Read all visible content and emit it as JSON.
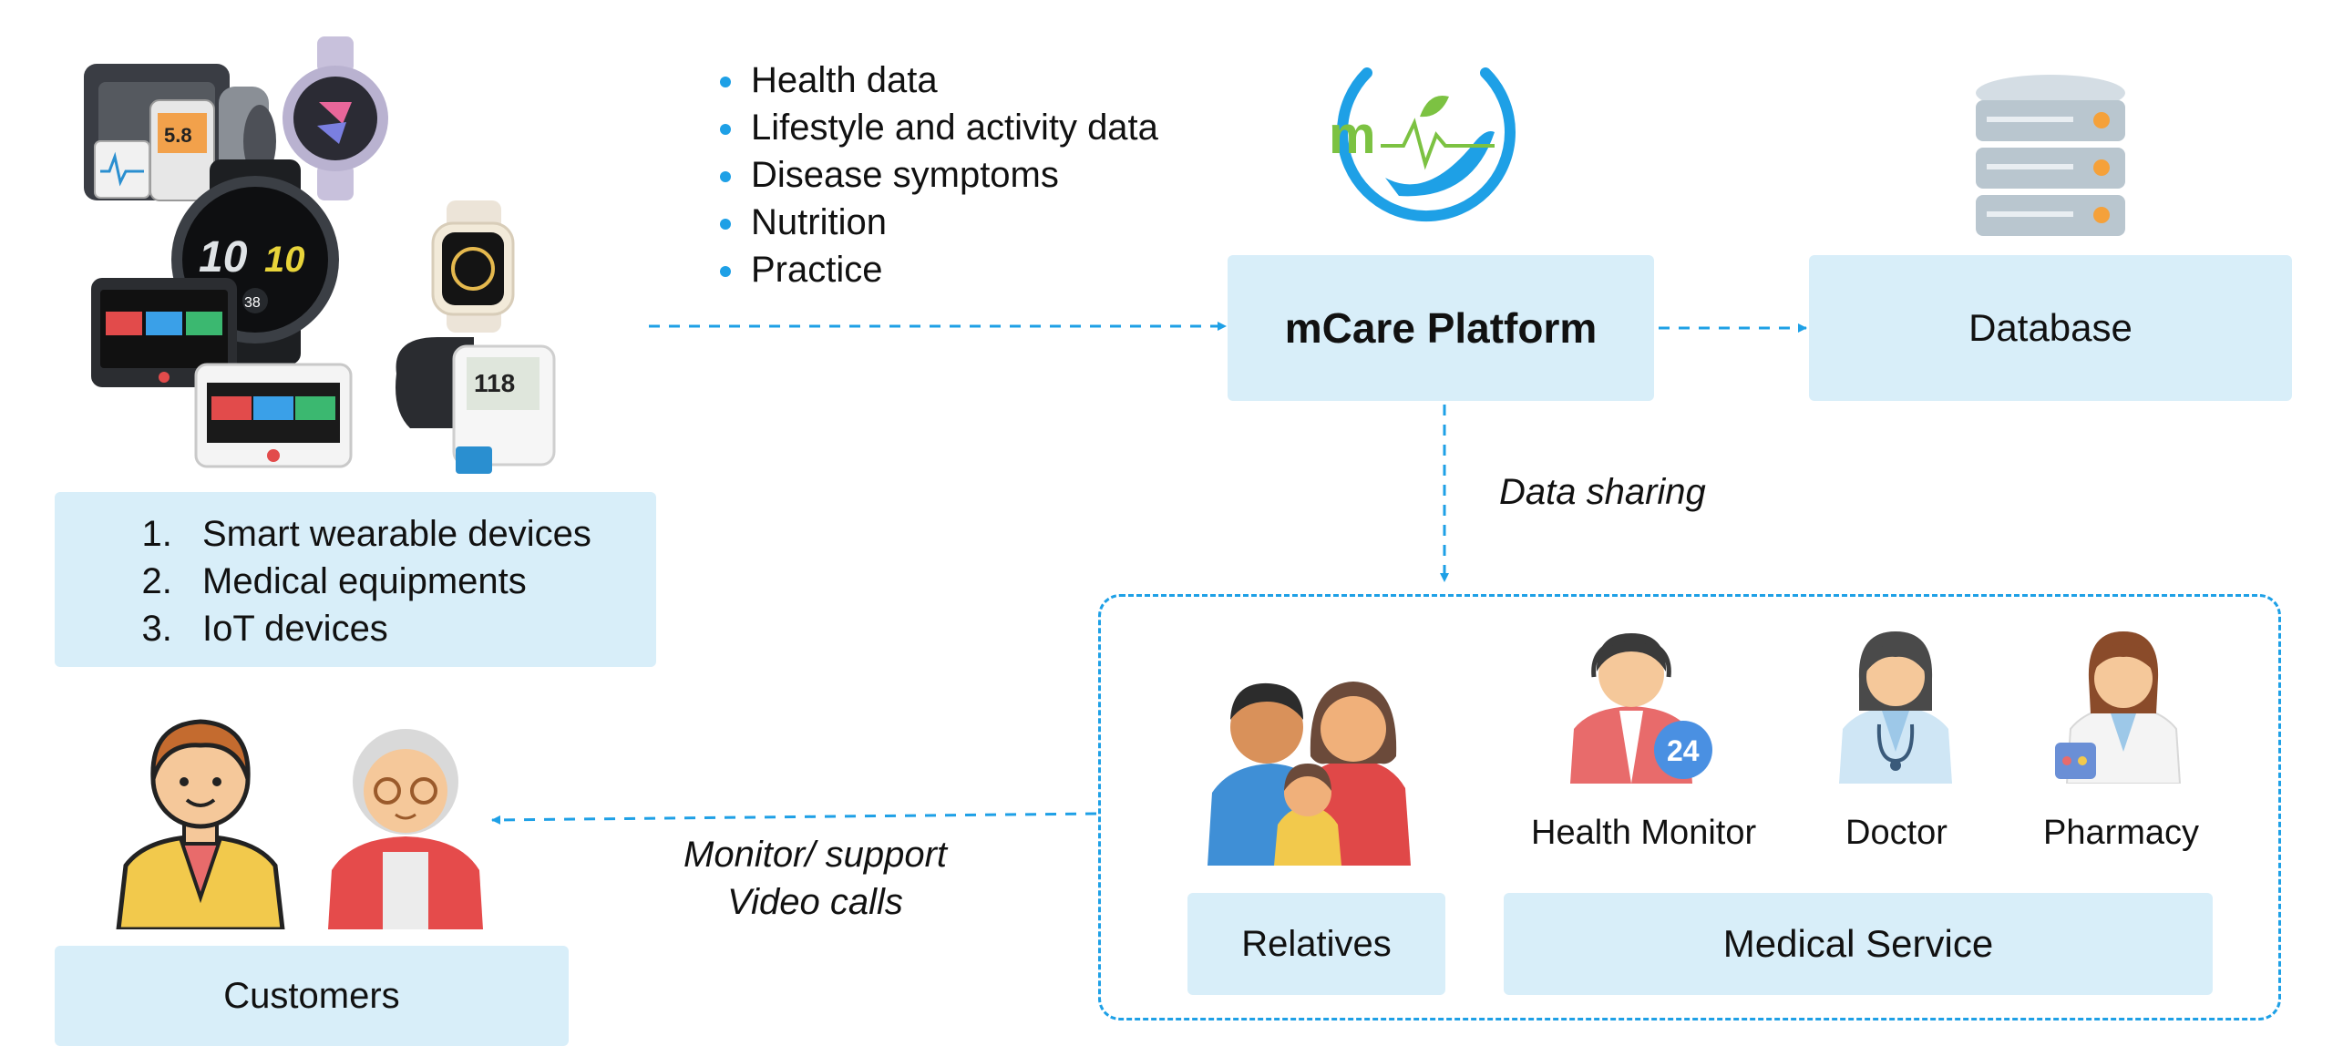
{
  "data_list": [
    "Health data",
    "Lifestyle and activity data",
    "Disease symptoms",
    "Nutrition",
    "Practice"
  ],
  "devices": [
    "Smart wearable devices",
    "Medical equipments",
    "IoT devices"
  ],
  "platform_label": "mCare Platform",
  "database_label": "Database",
  "data_sharing_label": "Data sharing",
  "monitor_label_line1": "Monitor/ support",
  "monitor_label_line2": "Video calls",
  "customers_label": "Customers",
  "relatives_label": "Relatives",
  "medical_service_label": "Medical Service",
  "roles": {
    "health_monitor": "Health Monitor",
    "doctor": "Doctor",
    "pharmacy": "Pharmacy"
  },
  "badge_24": "24",
  "logo_letter": "m",
  "device_readings": {
    "watch_top": "10",
    "watch_bottom": "38",
    "bp_monitor": "118"
  },
  "colors": {
    "accent": "#1ea0e6",
    "box": "#d8eef9",
    "logo_green": "#7cc242"
  }
}
